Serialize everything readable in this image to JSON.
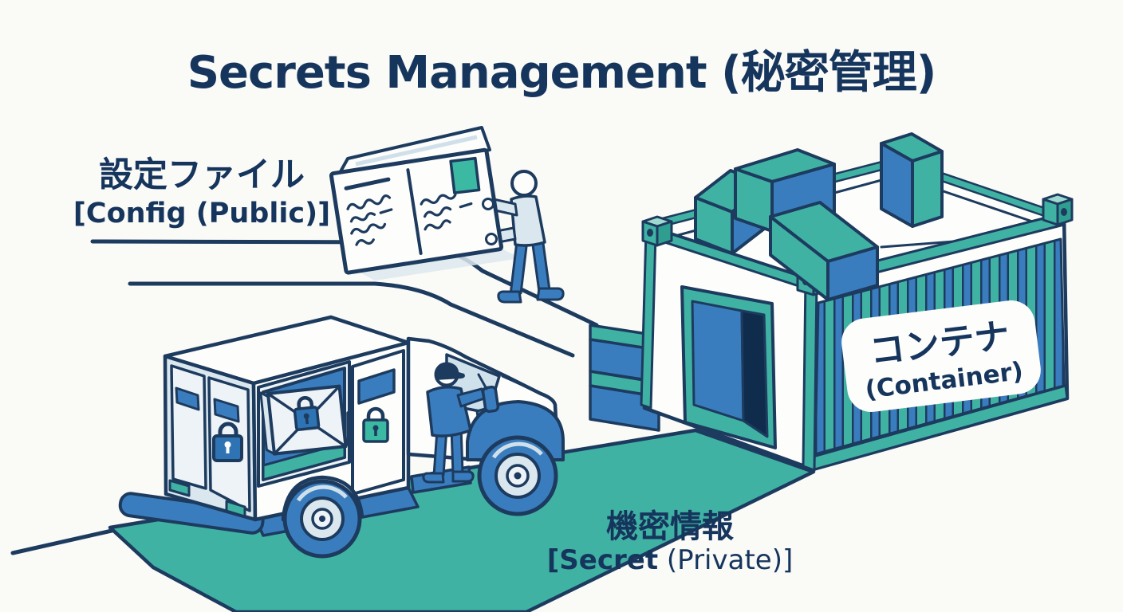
{
  "title": "Secrets Management (秘密管理)",
  "config_label": {
    "jp": "設定ファイル",
    "en": "[Config (Public)]"
  },
  "secret_label": {
    "jp": "機密情報",
    "en_bold": "[Secret",
    "en_rest": " (Private)]"
  },
  "container_label": {
    "jp": "コンテナ",
    "en": "(Container)"
  },
  "colors": {
    "bg": "#fafaf7",
    "ink": "#16355d",
    "navy": "#1d3b5e",
    "teal": "#40b2a4",
    "teal-light": "#9ed9d0",
    "teal-dark": "#2f9e91",
    "blue": "#3a7dbf",
    "blue-dark": "#2e74b5",
    "light": "#dbe7ee",
    "pale": "#edf3f6",
    "white": "#fdfdfb",
    "door-dark": "#0f2c4c",
    "stamp": "#3cb9a2"
  }
}
